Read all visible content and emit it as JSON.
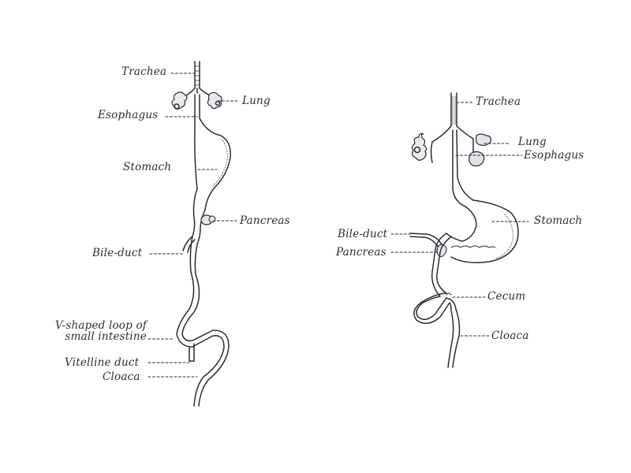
{
  "figure": {
    "background": "#ffffff",
    "ink_color": "#2b2b38",
    "left_panel": {
      "labels": {
        "trachea": "Trachea",
        "lung": "Lung",
        "esophagus": "Esophagus",
        "stomach": "Stomach",
        "pancreas": "Pancreas",
        "bile_duct": "Bile-duct",
        "v_loop_line1": "V-shaped loop of",
        "v_loop_line2": "small intestine",
        "vitelline_duct": "Vitelline duct",
        "cloaca": "Cloaca"
      }
    },
    "right_panel": {
      "labels": {
        "trachea": "Trachea",
        "lung": "Lung",
        "esophagus": "Esophagus",
        "stomach": "Stomach",
        "bile_duct": "Bile-duct",
        "pancreas": "Pancreas",
        "cecum": "Cecum",
        "cloaca": "Cloaca"
      }
    }
  }
}
